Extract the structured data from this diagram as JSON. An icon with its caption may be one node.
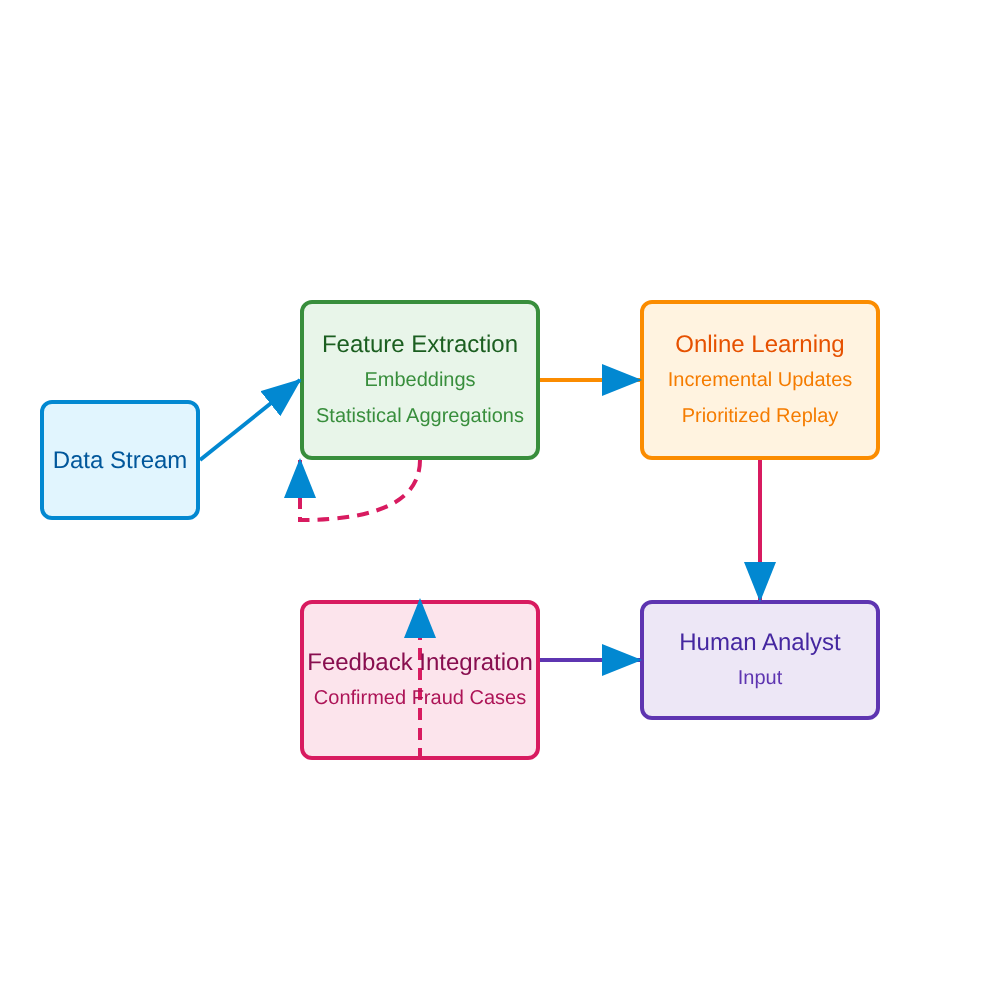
{
  "diagram": {
    "nodes": [
      {
        "text": [
          "Data Stream"
        ]
      },
      {
        "text": [
          "Feature Extraction",
          "Embeddings",
          "Statistical Aggregations"
        ]
      },
      {
        "text": [
          "Online Learning",
          "Incremental Updates",
          "Prioritized Replay"
        ]
      },
      {
        "text": [
          "Feedback Integration",
          "Confirmed Fraud Cases"
        ]
      },
      {
        "text": [
          "Human Analyst",
          "Input"
        ]
      }
    ],
    "edges": [
      {
        "from": 0,
        "to": 1,
        "arrow": "to",
        "color": "#0288d1"
      },
      {
        "from": 1,
        "to": 2,
        "arrow": "to",
        "color": "#fb8c00"
      },
      {
        "from": 2,
        "to": 4,
        "arrow": "to",
        "color": "#d81b60"
      },
      {
        "from": 3,
        "to": 4,
        "arrow": "to",
        "color": "#5e35b1"
      },
      {
        "from": 1,
        "to": 1,
        "arrow": "to",
        "style": "dashed",
        "color": "#d81b60"
      },
      {
        "from": 3,
        "to": 3,
        "arrow": "to",
        "style": "dashed",
        "color": "#d81b60"
      }
    ]
  }
}
